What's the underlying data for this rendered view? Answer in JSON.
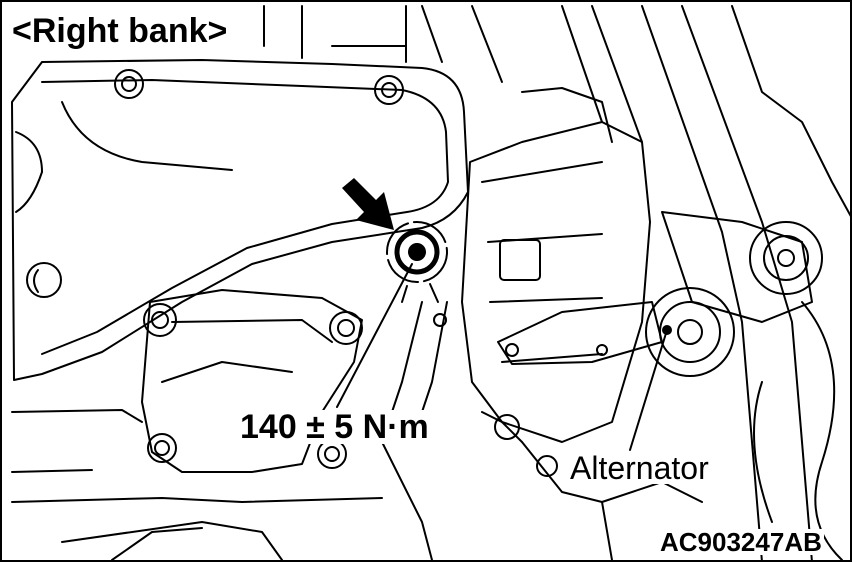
{
  "title": "<Right bank>",
  "callouts": {
    "torque_spec": "140 ± 5 N·m",
    "alternator": "Alternator"
  },
  "figure_code": "AC903247AB",
  "colors": {
    "line": "#000000",
    "background": "#ffffff"
  },
  "icons": [
    "pointer-arrow-icon"
  ]
}
